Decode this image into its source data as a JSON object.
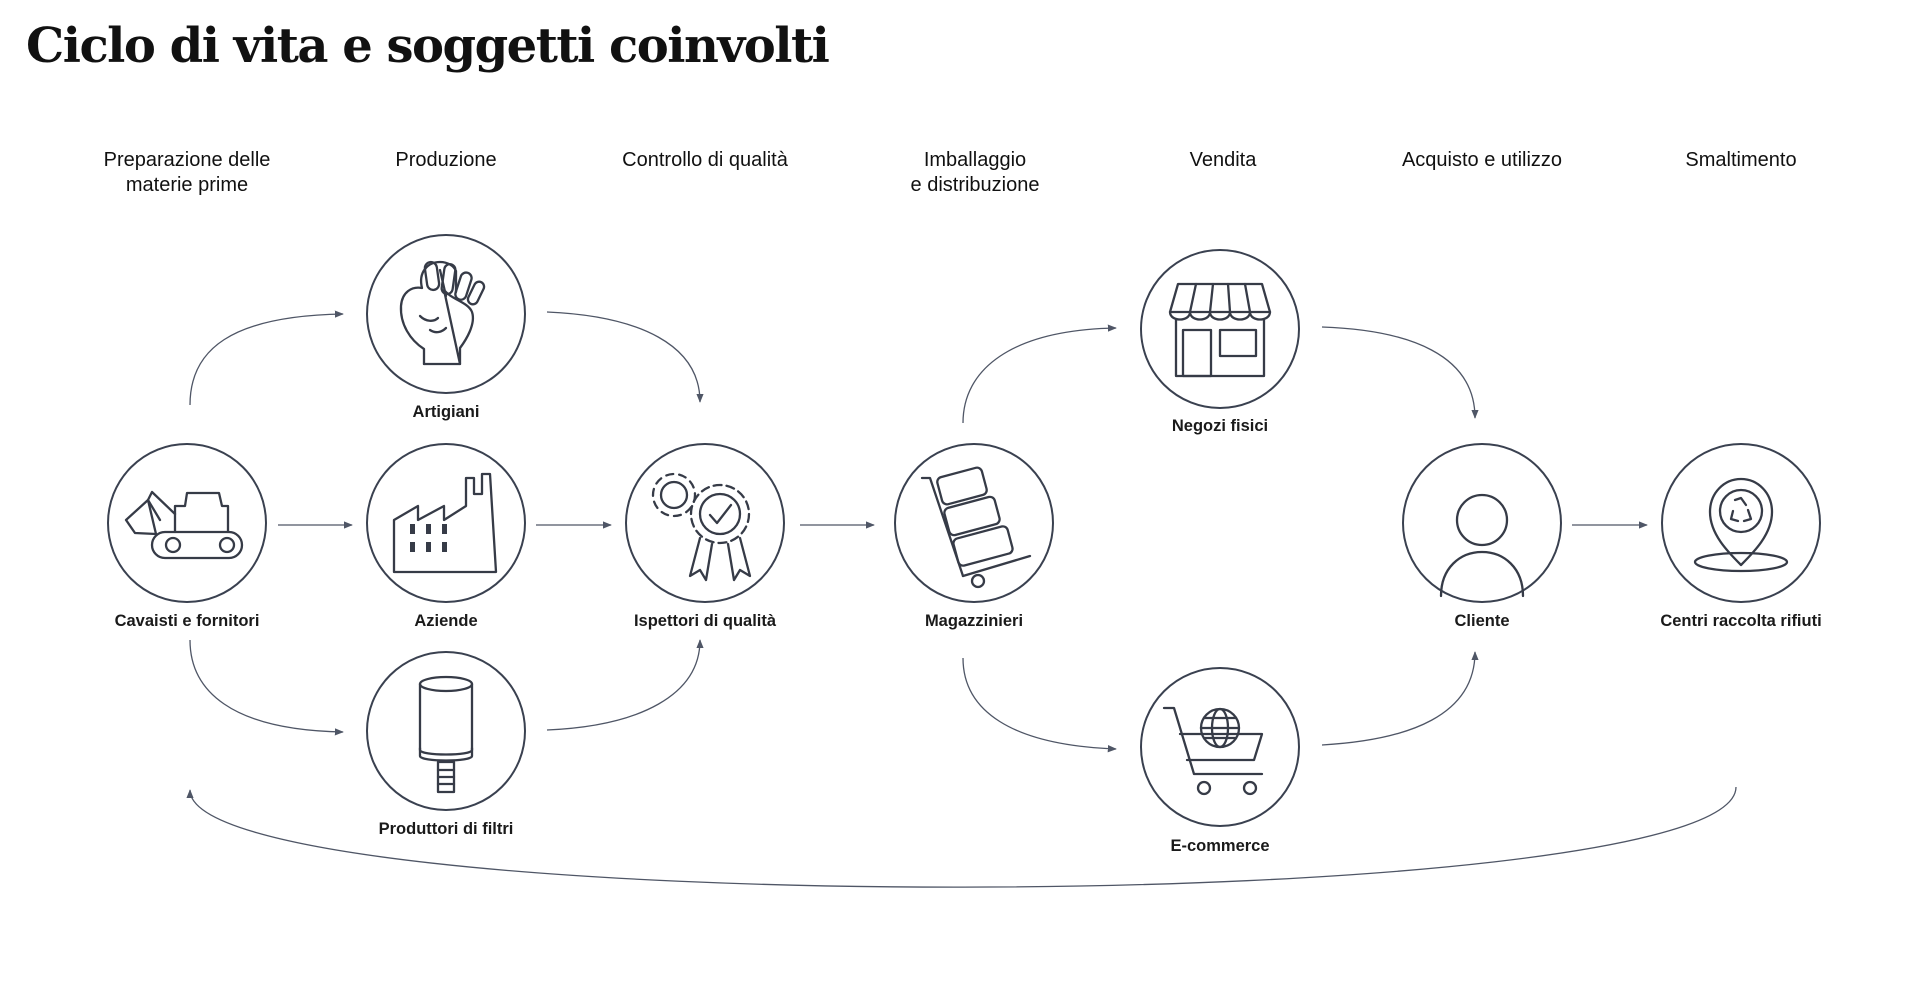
{
  "title": "Ciclo di vita e soggetti coinvolti",
  "stages": [
    "Preparazione delle\nmaterie prime",
    "Produzione",
    "Controllo di qualità",
    "Imballaggio\ne distribuzione",
    "Vendita",
    "Acquisto e utilizzo",
    "Smaltimento"
  ],
  "actors": {
    "cavaisti": "Cavaisti e fornitori",
    "artigiani": "Artigiani",
    "aziende": "Aziende",
    "produttori_filtri": "Produttori di filtri",
    "ispettori": "Ispettori di qualità",
    "magazzinieri": "Magazzinieri",
    "negozi": "Negozi fisici",
    "ecommerce": "E-commerce",
    "cliente": "Cliente",
    "centri_raccolta": "Centri raccolta rifiuti"
  },
  "icons": {
    "cavaisti": "excavator-icon",
    "artigiani": "hand-clay-icon",
    "aziende": "factory-icon",
    "produttori_filtri": "filter-cartridge-icon",
    "ispettori": "gears-badge-icon",
    "magazzinieri": "hand-truck-icon",
    "negozi": "storefront-icon",
    "ecommerce": "shopping-cart-globe-icon",
    "cliente": "person-icon",
    "centri_raccolta": "recycle-location-icon"
  },
  "colors": {
    "stroke": "#3a4150",
    "arrow": "#4f5666",
    "text": "#111111"
  }
}
